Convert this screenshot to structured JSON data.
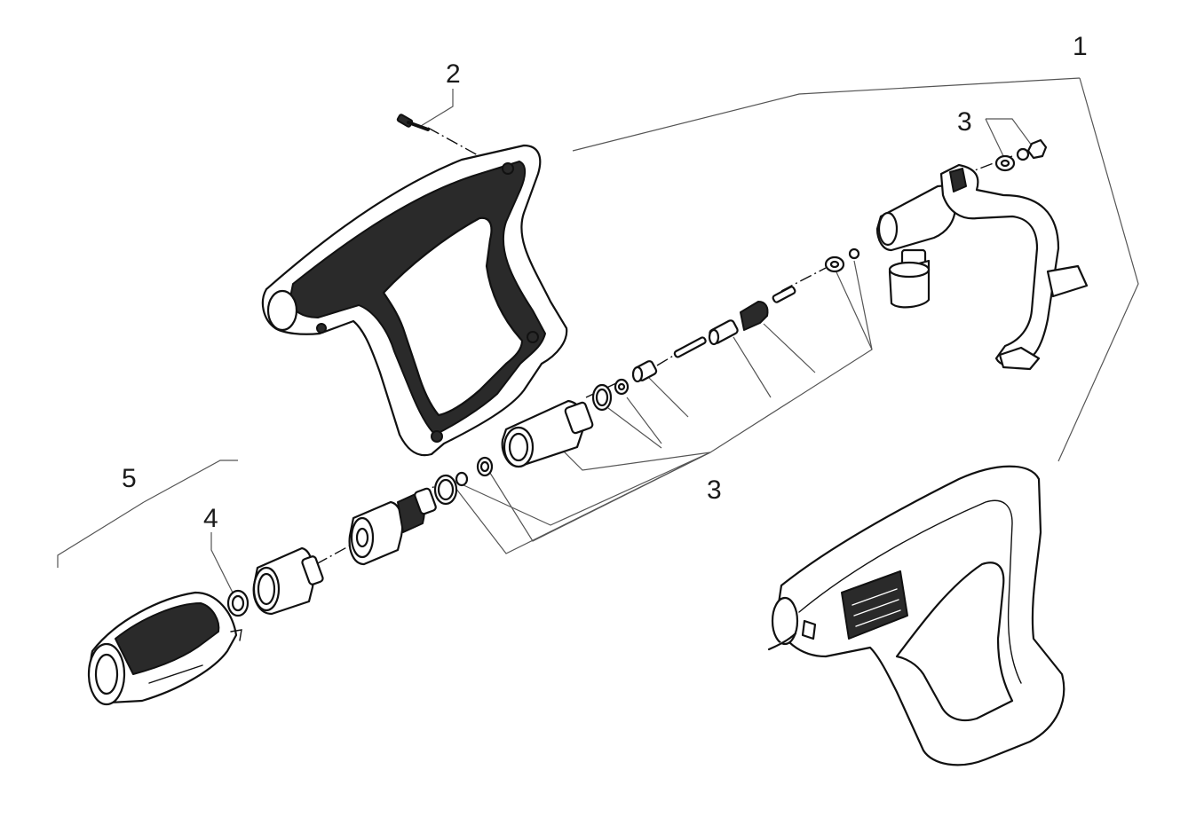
{
  "callouts": [
    {
      "id": "1",
      "label": "1"
    },
    {
      "id": "2",
      "label": "2"
    },
    {
      "id": "3a",
      "label": "3"
    },
    {
      "id": "3b",
      "label": "3"
    },
    {
      "id": "4",
      "label": "4"
    },
    {
      "id": "5",
      "label": "5"
    }
  ],
  "colors": {
    "ink": "#111111",
    "background": "#ffffff",
    "leader": "#555555"
  }
}
